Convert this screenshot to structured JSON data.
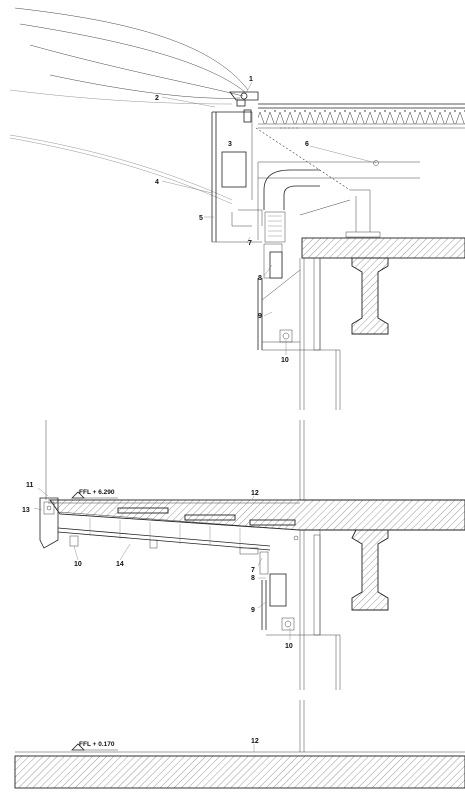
{
  "callouts": {
    "c1": "1",
    "c2": "2",
    "c3": "3",
    "c4": "4",
    "c5": "5",
    "c6": "6",
    "c7a": "7",
    "c8a": "8",
    "c9a": "9",
    "c10a": "10",
    "c11": "11",
    "c12a": "12",
    "c13": "13",
    "c10b": "10",
    "c14": "14",
    "c7b": "7",
    "c8b": "8",
    "c9b": "9",
    "c10c": "10",
    "c12b": "12"
  },
  "levels": {
    "upper": "FFL + 6.290",
    "lower": "FFL + 0.170"
  }
}
